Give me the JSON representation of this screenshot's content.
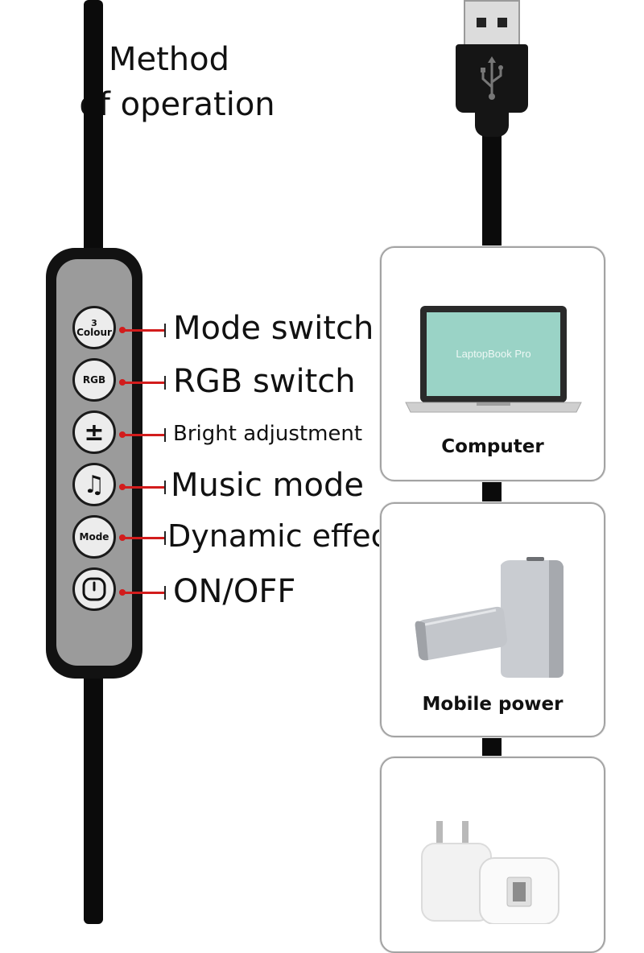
{
  "title": {
    "line1": "Method",
    "line2": "of operation"
  },
  "remote": {
    "buttons": [
      {
        "name": "colour-button",
        "top": "3",
        "bottom": "Colour",
        "label": "Mode switch"
      },
      {
        "name": "rgb-button",
        "text": "RGB",
        "label": "RGB switch"
      },
      {
        "name": "brightness-button",
        "text": "±",
        "label": "Bright adjustment"
      },
      {
        "name": "music-button",
        "text": "♫",
        "label": "Music mode"
      },
      {
        "name": "mode-button",
        "text": "Mode",
        "label": "Dynamic effect"
      },
      {
        "name": "power-button",
        "icon": "power-icon",
        "label": "ON/OFF"
      }
    ]
  },
  "sources": [
    {
      "name": "computer",
      "label": "Computer",
      "screen_text": "LaptopBook Pro"
    },
    {
      "name": "mobile-power",
      "label": "Mobile power"
    },
    {
      "name": "wall-adapter",
      "label": ""
    }
  ],
  "icons": {
    "usb": "usb-icon",
    "laptop": "laptop-icon",
    "power_bank": "power-bank-icon",
    "adapter": "wall-adapter-icon"
  },
  "colors": {
    "connector": "#d21c1c",
    "cable": "#0b0b0b",
    "panel": "#9b9b9b",
    "screen": "#9ad3c6"
  }
}
